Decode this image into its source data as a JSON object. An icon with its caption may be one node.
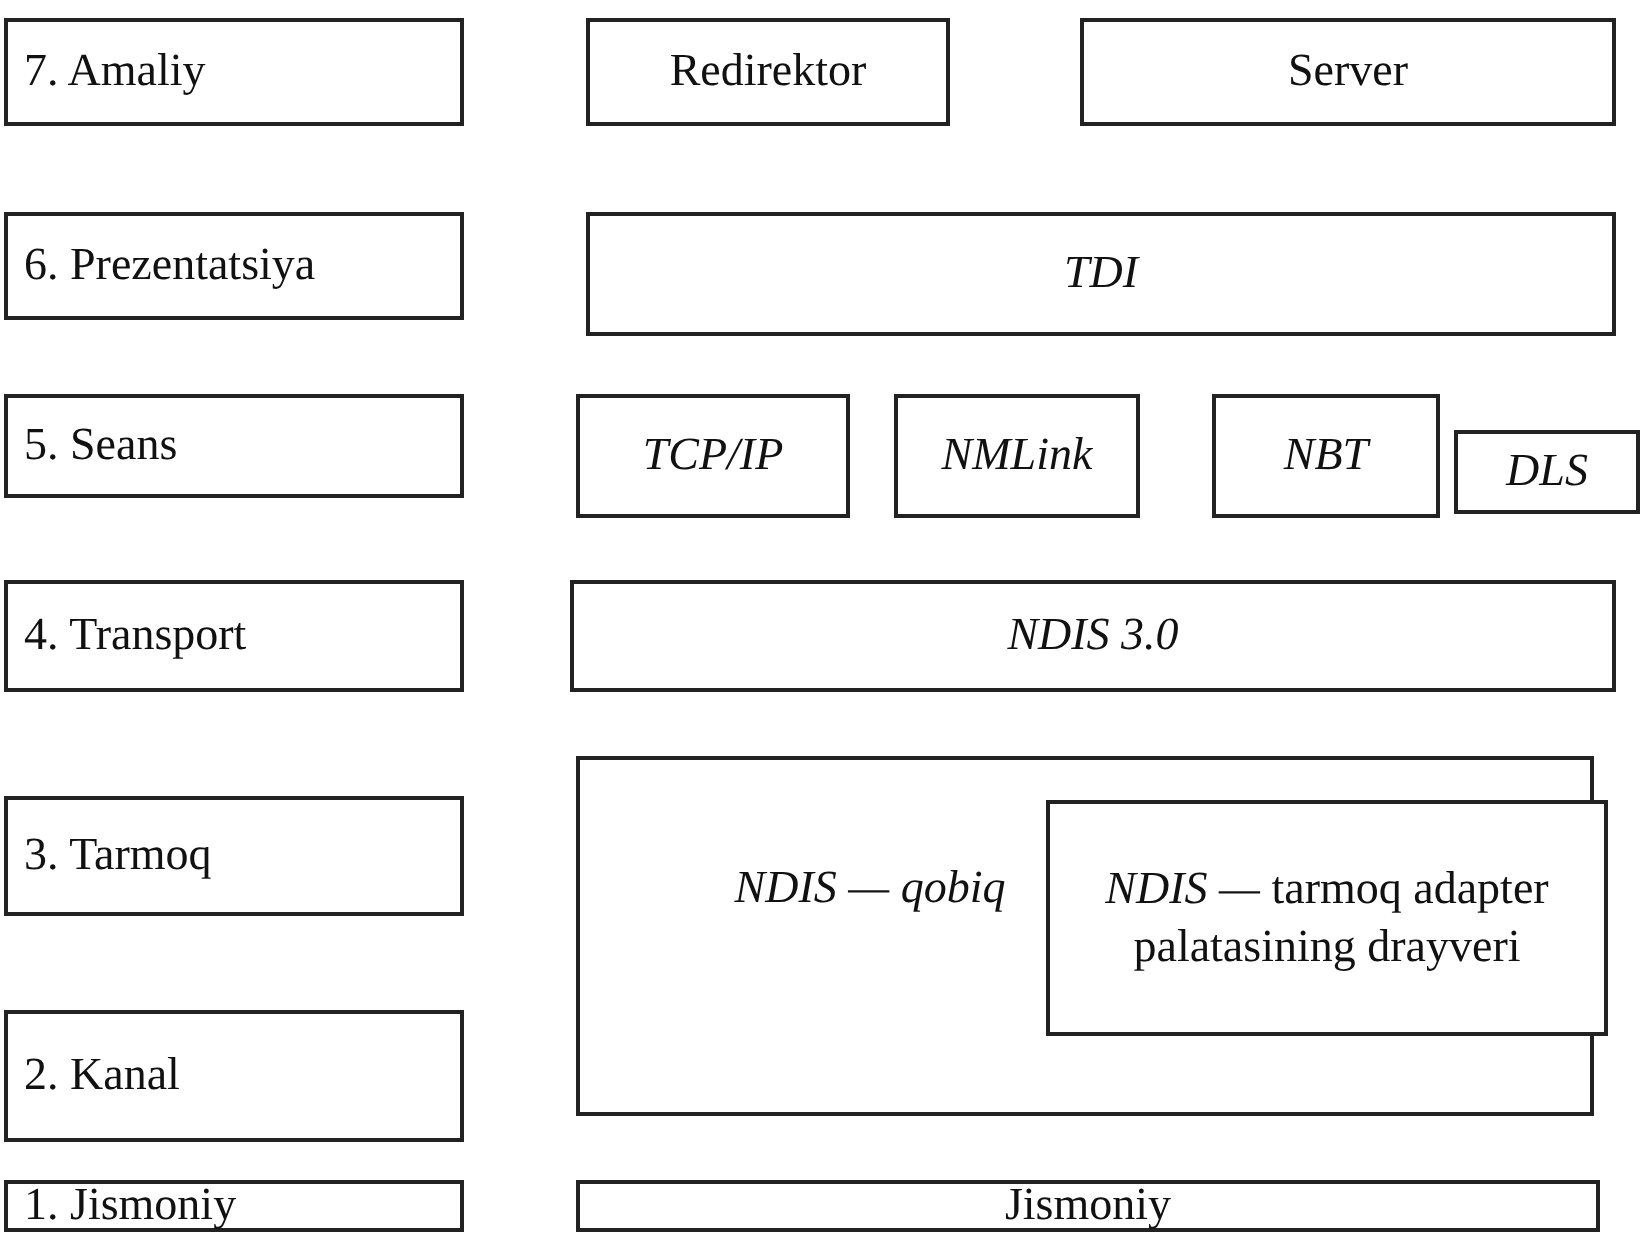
{
  "diagram": {
    "nodes": [
      {
        "text": [
          "7. Amaliy"
        ]
      },
      {
        "text": [
          "Redirektor"
        ]
      },
      {
        "text": [
          "Server"
        ]
      },
      {
        "text": [
          "6. Prezentatsiya"
        ]
      },
      {
        "text": [
          "TDI"
        ]
      },
      {
        "text": [
          "5. Seans"
        ]
      },
      {
        "text": [
          "TCP/IP"
        ]
      },
      {
        "text": [
          "NMLink"
        ]
      },
      {
        "text": [
          "NBT"
        ]
      },
      {
        "text": [
          "DLS"
        ]
      },
      {
        "text": [
          "4. Transport"
        ]
      },
      {
        "text": [
          "NDIS 3.0"
        ]
      },
      {
        "text": [
          "3. Tarmoq"
        ]
      },
      {
        "text": [
          "NDIS — qobiq"
        ]
      },
      {
        "text": [
          "*NDIS —* tarmoq adapter palatasining drayveri"
        ],
        "in": 13
      },
      {
        "text": [
          "2. Kanal"
        ]
      },
      {
        "text": [
          "1. Jismoniy"
        ]
      },
      {
        "text": [
          "Jismoniy"
        ]
      }
    ],
    "edges": []
  }
}
